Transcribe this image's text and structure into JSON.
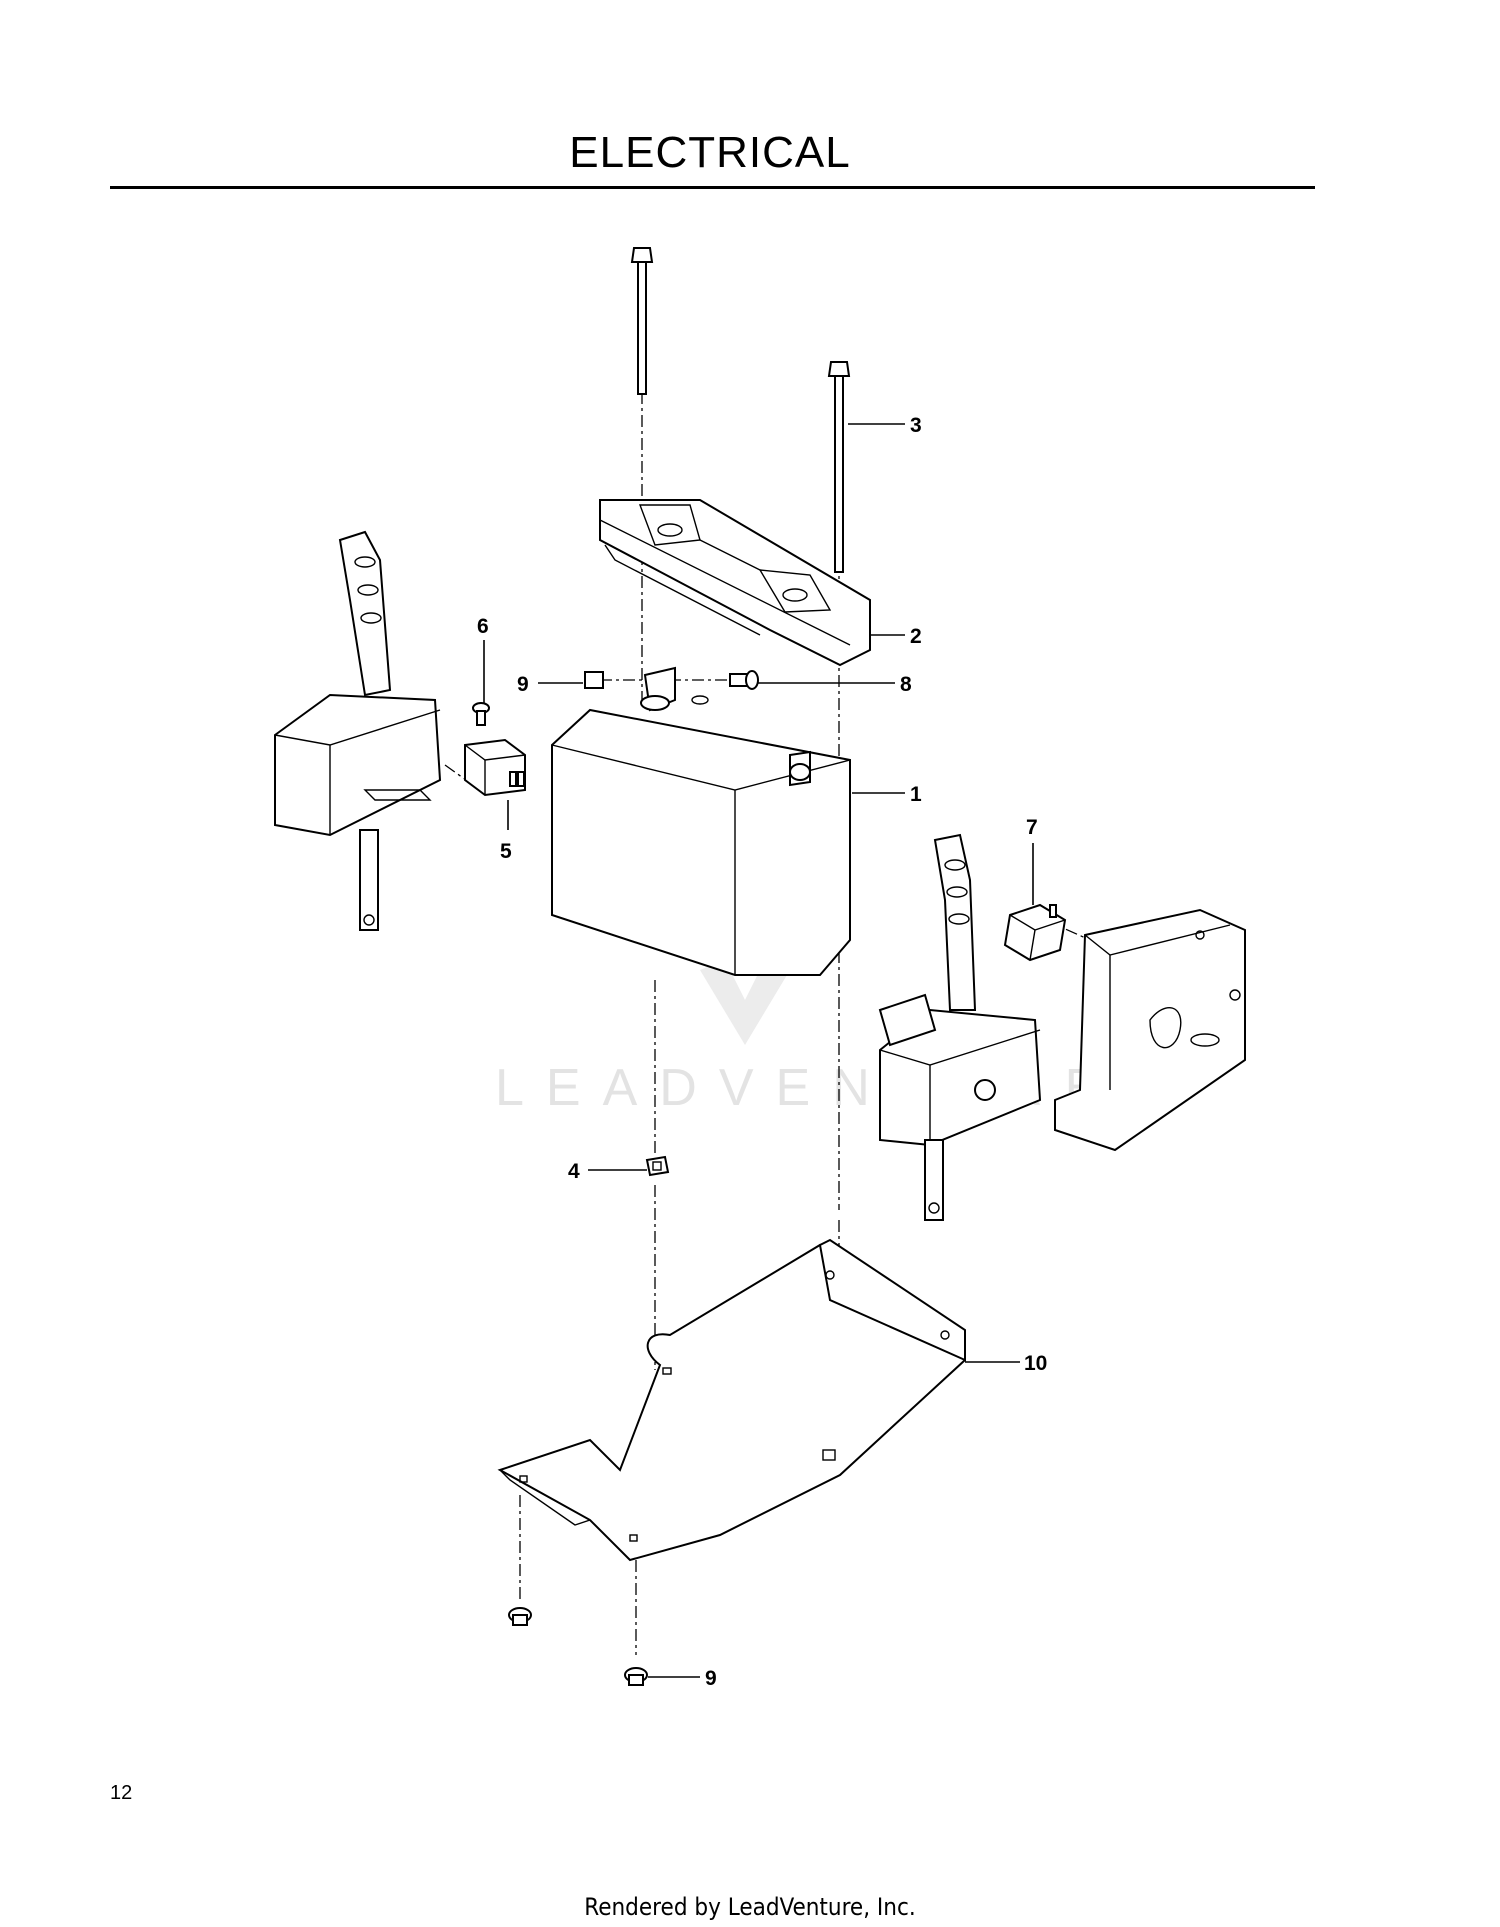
{
  "page": {
    "title": "ELECTRICAL",
    "page_number": "12",
    "footer": "Rendered by LeadVenture, Inc.",
    "watermark": "LEADVENTURE"
  },
  "callouts": {
    "c1": "1",
    "c2": "2",
    "c3": "3",
    "c4": "4",
    "c5": "5",
    "c6": "6",
    "c7": "7",
    "c8": "8",
    "c9a": "9",
    "c9b": "9",
    "c10": "10"
  },
  "parts": [
    {
      "callout": "1",
      "icon": "battery-icon"
    },
    {
      "callout": "2",
      "icon": "battery-hold-down-icon"
    },
    {
      "callout": "3",
      "icon": "long-bolt-icon"
    },
    {
      "callout": "4",
      "icon": "cage-nut-icon"
    },
    {
      "callout": "5",
      "icon": "safety-switch-icon"
    },
    {
      "callout": "6",
      "icon": "screw-icon"
    },
    {
      "callout": "7",
      "icon": "safety-switch-icon"
    },
    {
      "callout": "8",
      "icon": "terminal-bolt-icon"
    },
    {
      "callout": "9",
      "icon": "hex-nut-icon"
    },
    {
      "callout": "10",
      "icon": "battery-tray-icon"
    }
  ]
}
